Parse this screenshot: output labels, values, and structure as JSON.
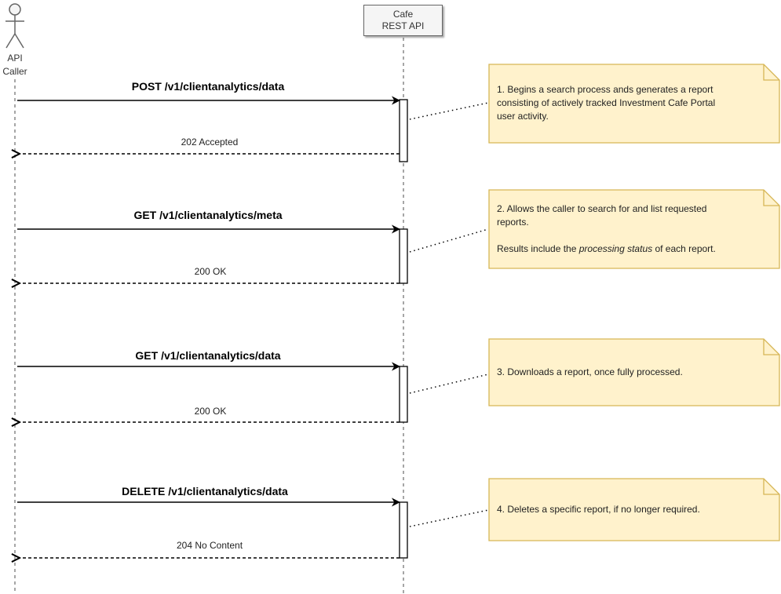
{
  "actor": {
    "line1": "API",
    "line2": "Caller"
  },
  "participant": {
    "line1": "Cafe",
    "line2": "REST API"
  },
  "messages": [
    {
      "request": "POST /v1/clientanalytics/data",
      "response": "202 Accepted"
    },
    {
      "request": "GET /v1/clientanalytics/meta",
      "response": "200 OK"
    },
    {
      "request": "GET /v1/clientanalytics/data",
      "response": "200 OK"
    },
    {
      "request": "DELETE /v1/clientanalytics/data",
      "response": "204 No Content"
    }
  ],
  "notes": [
    {
      "line1": "1. Begins a search process ands generates a report",
      "line2": "consisting of actively tracked Investment Cafe Portal",
      "line3": "user activity."
    },
    {
      "line1": "2. Allows the caller to search for and list requested",
      "line2": "reports.",
      "line4_before": "Results include the ",
      "line4_em": "processing status",
      "line4_after": " of each report."
    },
    {
      "line1": "3. Downloads a report, once fully processed."
    },
    {
      "line1": "4. Deletes a specific report, if no longer required."
    }
  ],
  "colors": {
    "note_fill": "#fff2cc",
    "note_stroke": "#d6b656",
    "line": "#000000"
  }
}
